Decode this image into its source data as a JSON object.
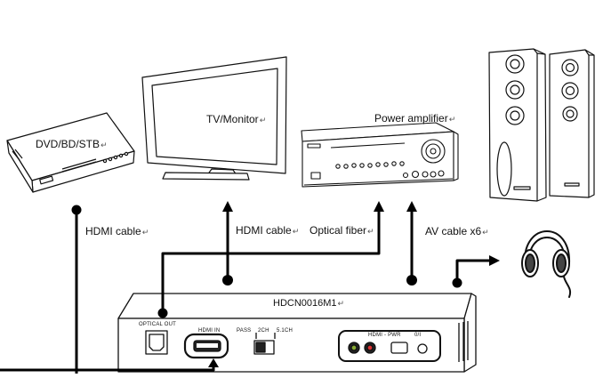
{
  "labels": {
    "dvd": "DVD/BD/STB",
    "tv": "TV/Monitor",
    "amp": "Power amplifier",
    "hdmi_cable_1": "HDMI cable",
    "hdmi_cable_2": "HDMI cable",
    "optical_fiber": "Optical fiber",
    "av_cable": "AV cable x6",
    "device_model": "HDCN0016M1"
  },
  "paragraph_mark": "↵",
  "panel": {
    "optical_out": "OPTICAL OUT",
    "hdmi_in": "HDMI IN",
    "pass": "PASS",
    "ch2": "2CH",
    "ch51": "5.1CH",
    "hdmi_pwr": "HDMI - PWR",
    "power_switch": "0/I"
  }
}
